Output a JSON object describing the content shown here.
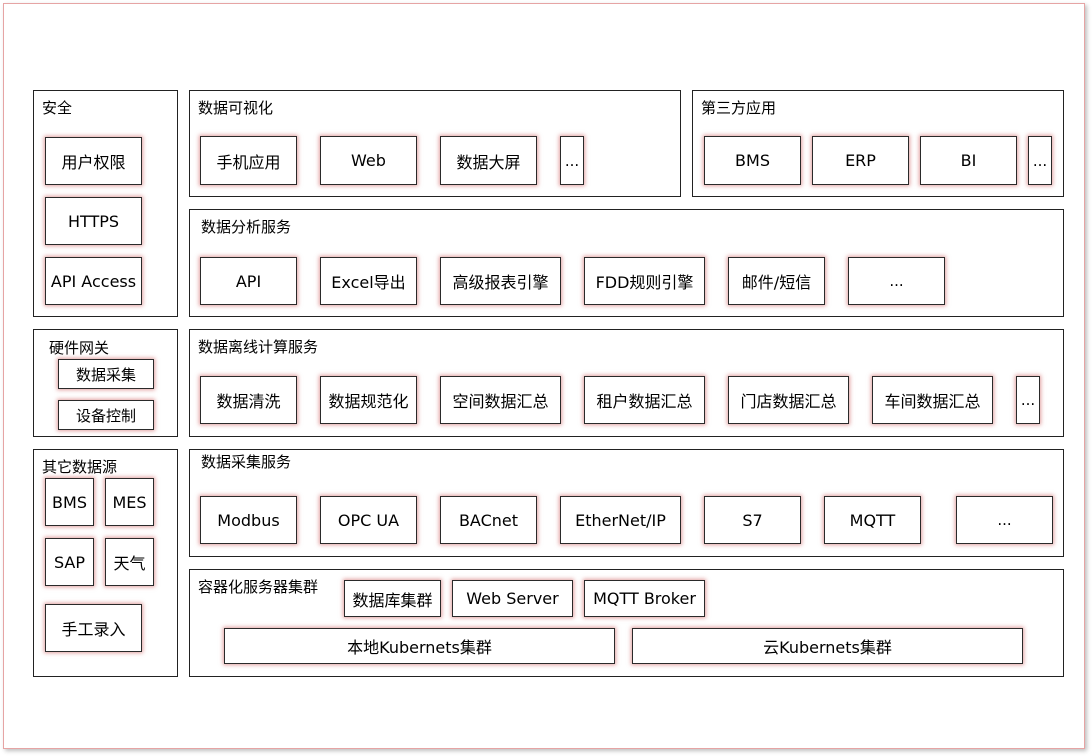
{
  "security": {
    "title": "安全",
    "items": [
      "用户权限",
      "HTTPS",
      "API Access"
    ]
  },
  "gateway": {
    "title": "硬件网关",
    "items": [
      "数据采集",
      "设备控制"
    ]
  },
  "other_sources": {
    "title": "其它数据源",
    "items": [
      "BMS",
      "MES",
      "SAP",
      "天气",
      "手工录入"
    ]
  },
  "visualization": {
    "title": "数据可视化",
    "items": [
      "手机应用",
      "Web",
      "数据大屏",
      "..."
    ]
  },
  "third_party": {
    "title": "第三方应用",
    "items": [
      "BMS",
      "ERP",
      "BI",
      "..."
    ]
  },
  "analysis": {
    "title": "数据分析服务",
    "items": [
      "API",
      "Excel导出",
      "高级报表引擎",
      "FDD规则引擎",
      "邮件/短信",
      "..."
    ]
  },
  "offline": {
    "title": "数据离线计算服务",
    "items": [
      "数据清洗",
      "数据规范化",
      "空间数据汇总",
      "租户数据汇总",
      "门店数据汇总",
      "车间数据汇总",
      "..."
    ]
  },
  "collection": {
    "title": "数据采集服务",
    "items": [
      "Modbus",
      "OPC UA",
      "BACnet",
      "EtherNet/IP",
      "S7",
      "MQTT",
      "..."
    ]
  },
  "cluster": {
    "title": "容器化服务器集群",
    "items": [
      "数据库集群",
      "Web Server",
      "MQTT Broker"
    ],
    "k8s": [
      "本地Kubernets集群",
      "云Kubernets集群"
    ]
  }
}
